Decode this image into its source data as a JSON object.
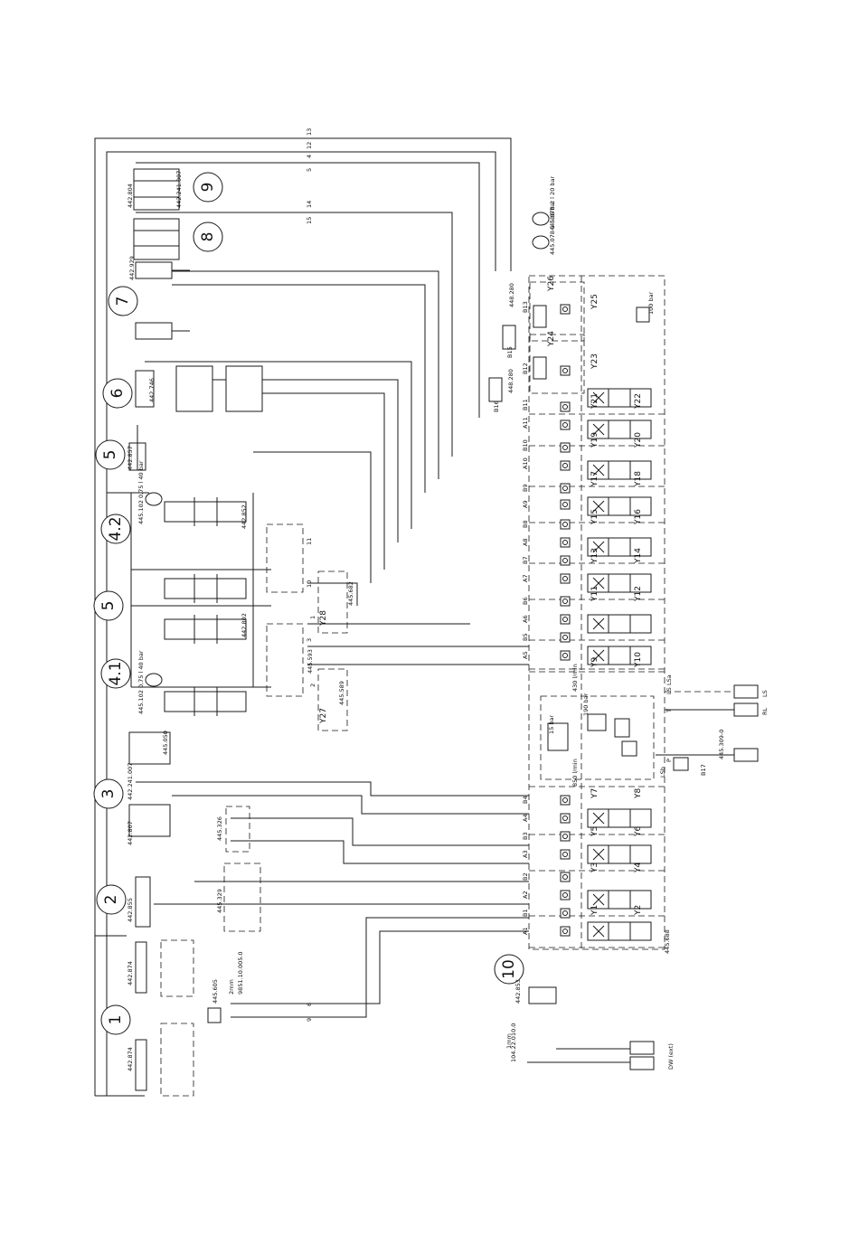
{
  "circuits": [
    "1",
    "2",
    "3",
    "4.1",
    "5",
    "4.2",
    "5",
    "6",
    "7",
    "8",
    "9",
    "10"
  ],
  "port_labels": [
    "A1",
    "B1",
    "A2",
    "B2",
    "A3",
    "B3",
    "A4",
    "B4",
    "A5",
    "B5",
    "A6",
    "B6",
    "A7",
    "B7",
    "A8",
    "B8",
    "A9",
    "B9",
    "A10",
    "B10",
    "A11",
    "B11",
    "B12",
    "B13"
  ],
  "valve_labels": [
    "Y1",
    "Y2",
    "Y3",
    "Y4",
    "Y5",
    "Y6",
    "Y7",
    "Y8",
    "Y9",
    "Y10",
    "Y11",
    "Y12",
    "Y13",
    "Y14",
    "Y15",
    "Y16",
    "Y17",
    "Y18",
    "Y19",
    "Y20",
    "Y21",
    "Y22",
    "Y23",
    "Y24",
    "Y25",
    "Y26",
    "Y27",
    "Y28"
  ],
  "sensor_labels": [
    "B15",
    "B16",
    "B17"
  ],
  "tank_labels": [
    "LS",
    "RL",
    "DW (ext)"
  ],
  "pressure_labels": [
    "15 bar",
    "190 bar",
    "100 bar",
    "850 l/min",
    "430 l/min"
  ],
  "accumulators": [
    {
      "part": "445.078",
      "volume": "1 l",
      "pressure": "20 bar"
    },
    {
      "part": "445.078",
      "volume": "1 l",
      "pressure": "80 bar"
    },
    {
      "part": "445.102",
      "volume": "0,75 l",
      "pressure": "40 bar"
    },
    {
      "part": "445.102",
      "volume": "0,75 l",
      "pressure": "40 bar"
    }
  ],
  "part_numbers": [
    "442.874",
    "442.874",
    "445.605",
    "9851.10.005.0",
    "2mm",
    "448.280",
    "442.855",
    "445.329",
    "445.326",
    "442.807",
    "445.050",
    "442.241.007",
    "442.852",
    "442.802",
    "445.593",
    "445.589",
    "445.682",
    "442.857",
    "442.746",
    "442.929",
    "442.804",
    "442.241.007",
    "104.22.010.0",
    "442.853",
    "445.309-0",
    "445.688",
    "448.280",
    "1mm"
  ],
  "line_marks": [
    "9",
    "6",
    "3",
    "10",
    "11",
    "1",
    "2",
    "13",
    "12",
    "4",
    "5",
    "14",
    "15",
    "LS",
    "P",
    "T",
    "LSa",
    "LSb"
  ]
}
